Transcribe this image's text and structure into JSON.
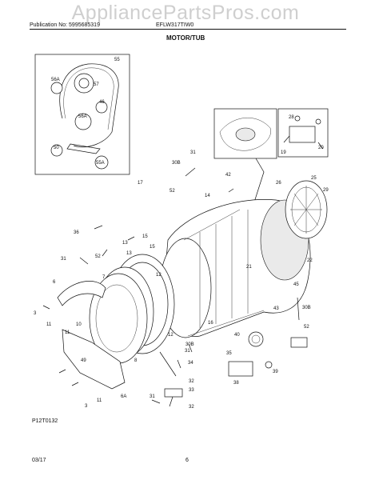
{
  "header": {
    "watermark": "AppliancePartsPros.com",
    "publication": "Publication No: 5995685319",
    "model": "EFLW317TIW0",
    "section_title": "MOTOR/TUB"
  },
  "footer": {
    "code": "P12T0132",
    "date": "03/17",
    "page": "6"
  },
  "callouts": [
    "55",
    "56A",
    "57",
    "46",
    "56A",
    "50",
    "55A",
    "17",
    "30B",
    "31",
    "42",
    "52",
    "14",
    "13",
    "15",
    "36",
    "31",
    "52",
    "6",
    "7",
    "3",
    "11",
    "10",
    "11",
    "12",
    "28",
    "19",
    "20",
    "26",
    "25",
    "29",
    "21",
    "22",
    "45",
    "43",
    "30B",
    "52",
    "40",
    "39",
    "35",
    "38",
    "49",
    "8",
    "12",
    "16",
    "3",
    "11",
    "6A",
    "31",
    "32",
    "33",
    "34",
    "31",
    "30B",
    "32",
    "13",
    "15"
  ]
}
